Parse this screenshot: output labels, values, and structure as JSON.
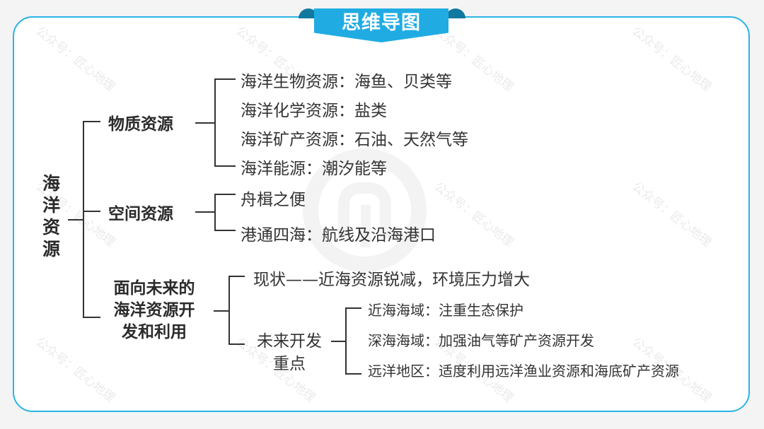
{
  "title": "思维导图",
  "watermark": "公众号：匠心地理",
  "colors": {
    "accent": "#20ace2",
    "accent_dark": "#11799f",
    "border": "#29b4e4",
    "text": "#333333"
  },
  "mindmap": {
    "root": "海洋资源",
    "branches": [
      {
        "label": "物质资源",
        "children": [
          {
            "label": "海洋生物资源：海鱼、贝类等"
          },
          {
            "label": "海洋化学资源：盐类"
          },
          {
            "label": "海洋矿产资源：石油、天然气等"
          },
          {
            "label": "海洋能源：潮汐能等"
          }
        ]
      },
      {
        "label": "空间资源",
        "children": [
          {
            "label": "舟楫之便"
          },
          {
            "label": "港通四海：航线及沿海港口"
          }
        ]
      },
      {
        "label_lines": [
          "面向未来的",
          "海洋资源开",
          "发和利用"
        ],
        "children": [
          {
            "label": "现状——近海资源锐减，环境压力增大"
          },
          {
            "label_lines": [
              "未来开发",
              "重点"
            ],
            "children": [
              {
                "label": "近海海域：注重生态保护"
              },
              {
                "label": "深海海域：加强油气等矿产资源开发"
              },
              {
                "label": "远洋地区：适度利用远洋渔业资源和海底矿产资源"
              }
            ]
          }
        ]
      }
    ]
  }
}
